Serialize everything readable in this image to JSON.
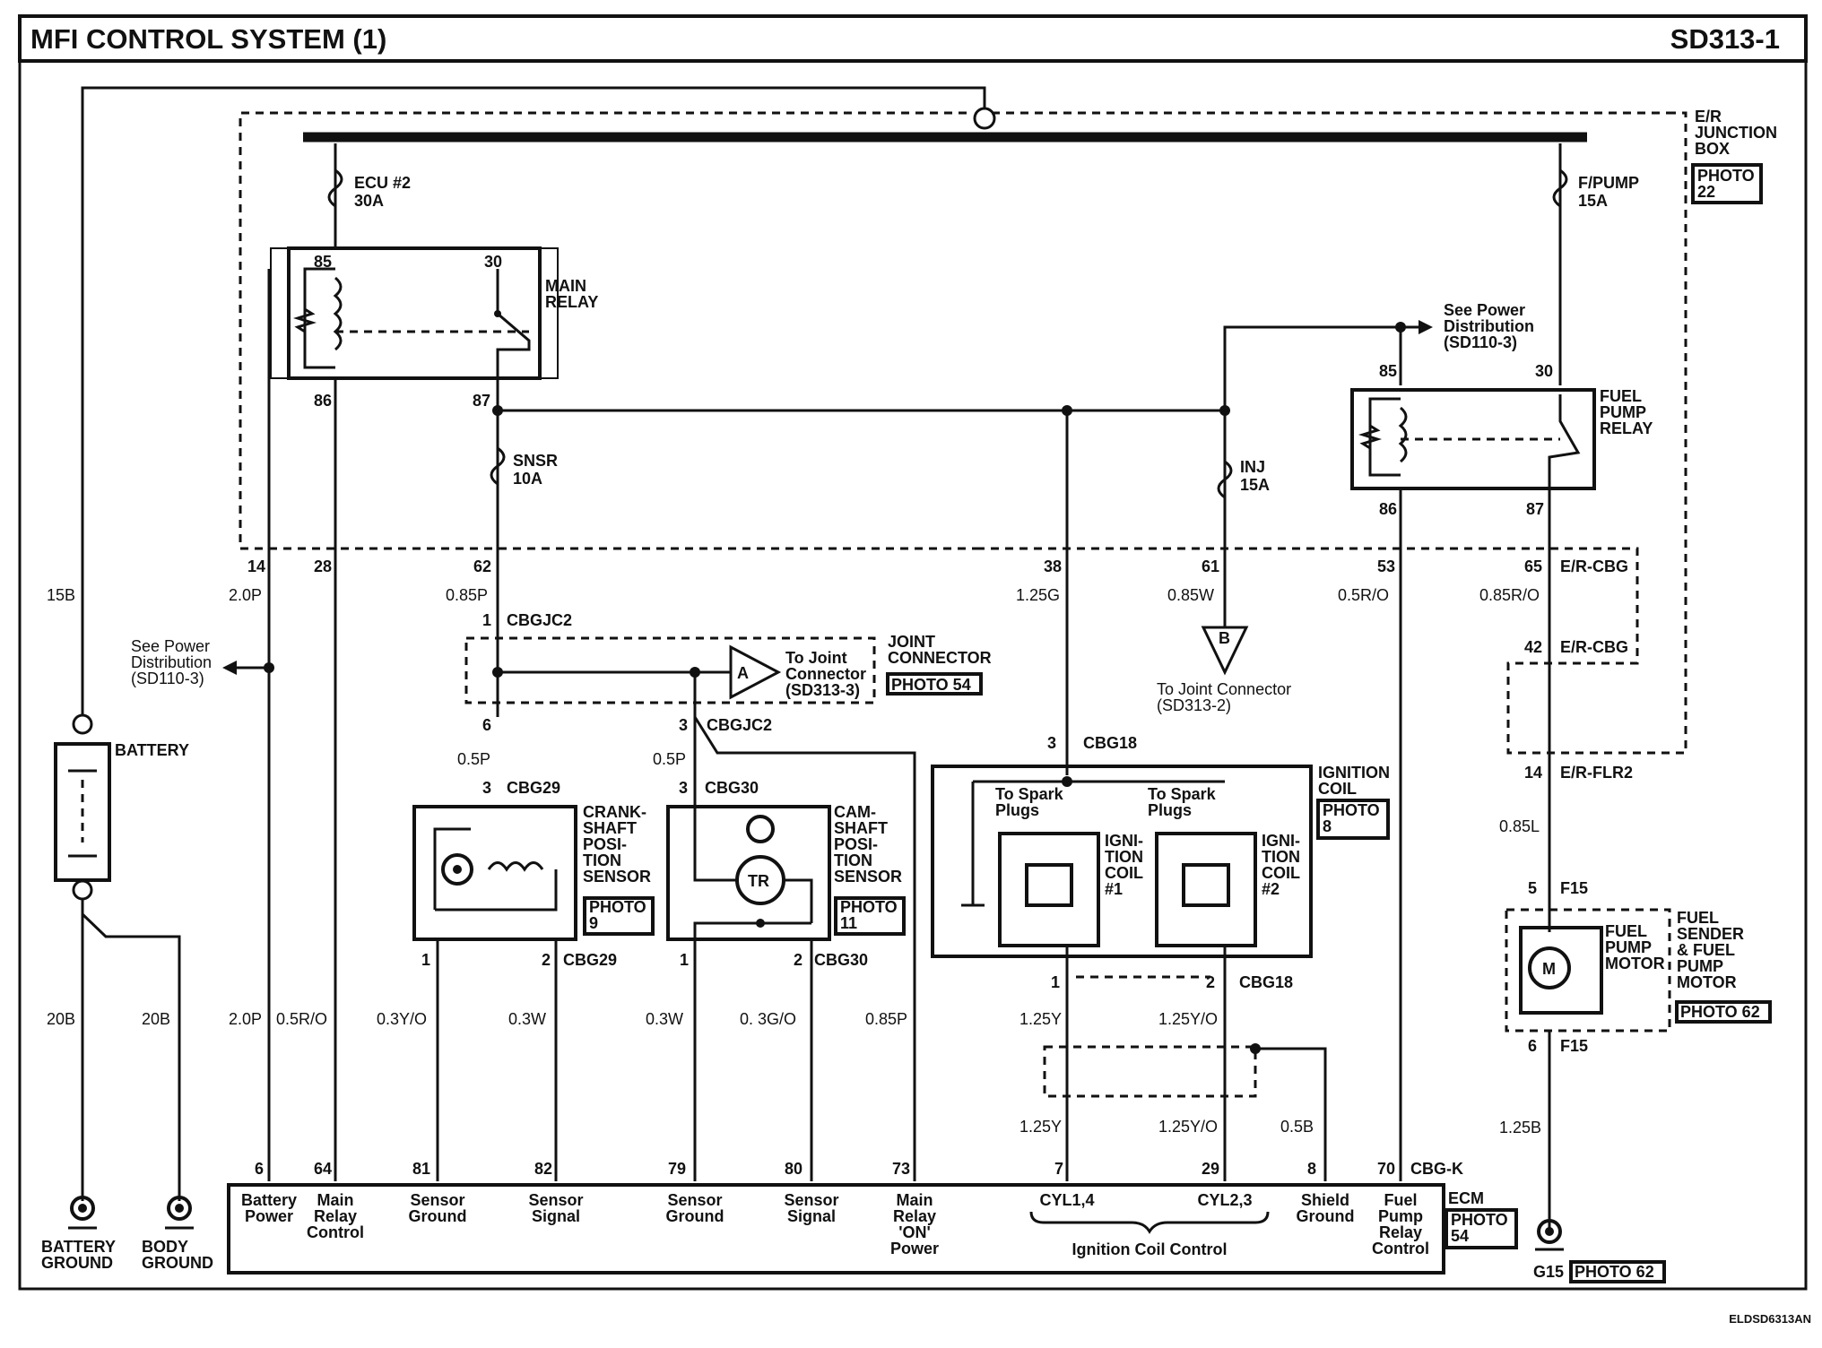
{
  "header": {
    "title": "MFI CONTROL SYSTEM (1)",
    "code": "SD313-1"
  },
  "footer": {
    "code": "ELDSD6313AN"
  },
  "junction_box": {
    "label": "E/R\nJUNCTION\nBOX",
    "photo": "PHOTO\n22"
  },
  "fuses": [
    {
      "name": "ECU #2",
      "rating": "30A"
    },
    {
      "name": "F/PUMP",
      "rating": "15A"
    },
    {
      "name": "SNSR",
      "rating": "10A"
    },
    {
      "name": "INJ",
      "rating": "15A"
    }
  ],
  "relays": {
    "main": {
      "label": "MAIN\nRELAY",
      "pins": [
        "85",
        "30",
        "86",
        "87"
      ]
    },
    "fuel_pump": {
      "label": "FUEL\nPUMP\nRELAY",
      "pins": [
        "85",
        "30",
        "86",
        "87"
      ]
    }
  },
  "power_refs": [
    {
      "text": "See Power\nDistribution\n(SD110-3)"
    },
    {
      "text": "See Power\nDistribution\n(SD110-3)"
    }
  ],
  "wires": {
    "w14": {
      "pin": "14",
      "color": "2.0P"
    },
    "w28": {
      "pin": "28"
    },
    "w62": {
      "pin": "62",
      "color": "0.85P"
    },
    "w38": {
      "pin": "38",
      "color": "1.25G"
    },
    "w61": {
      "pin": "61",
      "color": "0.85W"
    },
    "w53": {
      "pin": "53",
      "color": "0.5R/O"
    },
    "w65": {
      "pin": "65",
      "color": "0.85R/O",
      "conn": "E/R-CBG"
    },
    "w42": {
      "pin": "42",
      "conn": "E/R-CBG"
    },
    "w15b": {
      "color": "15B"
    }
  },
  "joint_connector": {
    "label": "JOINT\nCONNECTOR",
    "photo": "PHOTO 54",
    "pin1": "1",
    "conn1": "CBGJC2",
    "pin6": "6",
    "pin3": "3",
    "conn3": "CBGJC2",
    "ref_letter": "A",
    "ref_text": "To Joint\nConnector\n(SD313-3)"
  },
  "joint_b": {
    "letter": "B",
    "text": "To Joint Connector\n(SD313-2)"
  },
  "battery": {
    "label": "BATTERY"
  },
  "grounds": [
    {
      "wire": "20B",
      "label": "BATTERY\nGROUND"
    },
    {
      "wire": "20B",
      "label": "BODY\nGROUND"
    }
  ],
  "crank_sensor": {
    "label": "CRANK-\nSHAFT\nPOSI-\nTION\nSENSOR",
    "photo": "PHOTO\n9",
    "conn": "CBG29",
    "pin_top": "3",
    "pin1": "1",
    "pin2": "2",
    "wire_in": "0.5P",
    "pin6": "6"
  },
  "cam_sensor": {
    "label": "CAM-\nSHAFT\nPOSI-\nTION\nSENSOR",
    "photo": "PHOTO\n11",
    "conn": "CBG30",
    "pin_top": "3",
    "pin1": "1",
    "pin2": "2",
    "wire_in": "0.5P",
    "transistor": "TR"
  },
  "ignition_coil": {
    "label": "IGNITION\nCOIL",
    "photo": "PHOTO\n8",
    "conn": "CBG18",
    "pin_top": "3",
    "coil1": "IGNI-\nTION\nCOIL\n#1",
    "coil2": "IGNI-\nTION\nCOIL\n#2",
    "spark1": "To Spark\nPlugs",
    "spark2": "To Spark\nPlugs",
    "pin1": "1",
    "pin2": "2"
  },
  "fuel_sender": {
    "label": "FUEL\nSENDER\n& FUEL\nPUMP\nMOTOR",
    "photo": "PHOTO 62",
    "motor": "FUEL\nPUMP\nMOTOR",
    "motor_symbol": "M",
    "conn_top": "E/R-FLR2",
    "pin_flr2": "14",
    "wire_mid": "0.85L",
    "pin5": "5",
    "f15a": "F15",
    "pin6": "6",
    "f15b": "F15",
    "wire_out": "1.25B",
    "ground": "G15",
    "ground_photo": "PHOTO 62"
  },
  "lower_wires": [
    "2.0P",
    "0.5R/O",
    "0.3Y/O",
    "0.3W",
    "0.3W",
    "0. 3G/O",
    "0.85P",
    "1.25Y",
    "1.25Y/O",
    "1.25Y",
    "1.25Y/O",
    "0.5B"
  ],
  "ecm": {
    "label": "ECM",
    "photo": "PHOTO\n54",
    "conn": "CBG-K",
    "pins": [
      {
        "num": "6",
        "label": "Battery\nPower"
      },
      {
        "num": "64",
        "label": "Main\nRelay\nControl"
      },
      {
        "num": "81",
        "label": "Sensor\nGround"
      },
      {
        "num": "82",
        "label": "Sensor\nSignal"
      },
      {
        "num": "79",
        "label": "Sensor\nGround"
      },
      {
        "num": "80",
        "label": "Sensor\nSignal"
      },
      {
        "num": "73",
        "label": "Main\nRelay\n'ON'\nPower"
      },
      {
        "num": "7",
        "label": "CYL1,4"
      },
      {
        "num": "29",
        "label": "CYL2,3"
      },
      {
        "num": "8",
        "label": "Shield\nGround"
      },
      {
        "num": "70",
        "label": "Fuel\nPump\nRelay\nControl"
      }
    ],
    "group_label": "Ignition Coil Control"
  }
}
